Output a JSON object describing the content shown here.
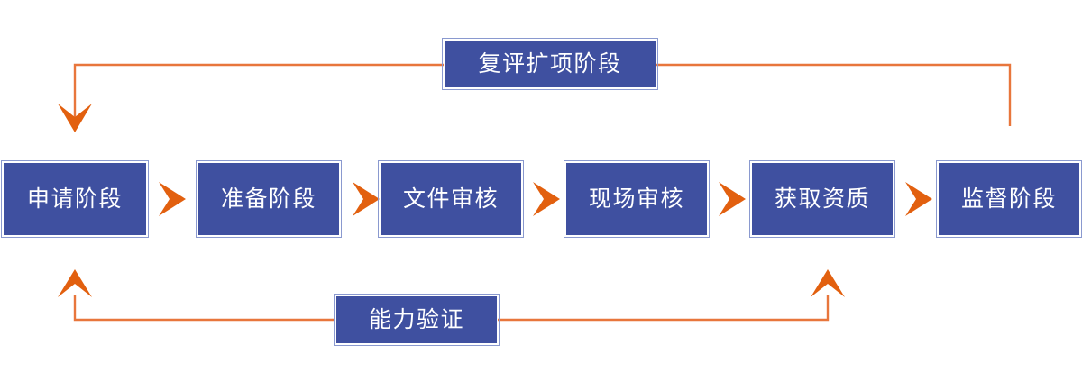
{
  "diagram": {
    "title_text": "",
    "colors": {
      "box_fill": "#3f50a0",
      "box_outer_border": "#8a99cf",
      "box_inner_border": "#ffffff",
      "box_text": "#ffffff",
      "connector_line": "#e8763c",
      "arrow_head": "#e2600f",
      "chevron": "#e2600f",
      "background": "#ffffff"
    },
    "main_flow": {
      "name": "certification-main-flow",
      "steps": [
        {
          "id": "step-application",
          "label": "申请阶段"
        },
        {
          "id": "step-preparation",
          "label": "准备阶段"
        },
        {
          "id": "step-document-review",
          "label": "文件审核"
        },
        {
          "id": "step-onsite-review",
          "label": "现场审核"
        },
        {
          "id": "step-obtain-qualification",
          "label": "获取资质"
        },
        {
          "id": "step-supervision",
          "label": "监督阶段"
        }
      ],
      "connector_glyph": "chevron-right"
    },
    "feedback_loops": [
      {
        "id": "loop-reassessment",
        "label": "复评扩项阶段",
        "position": "top",
        "from_step": "step-supervision",
        "to_step": "step-application",
        "arrow_direction": "down"
      },
      {
        "id": "loop-proficiency-testing",
        "label": "能力验证",
        "position": "bottom",
        "from_step": "step-obtain-qualification",
        "to_step": "step-application",
        "arrow_direction": "up"
      }
    ]
  }
}
